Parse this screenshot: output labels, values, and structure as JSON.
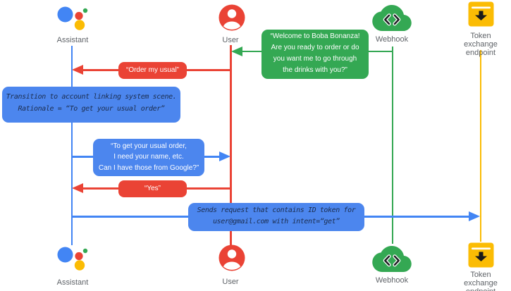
{
  "colors": {
    "blue": "#4285f4",
    "bubble_blue": "#4c86ee",
    "red": "#ea4335",
    "green": "#34a853",
    "yellow": "#fbbc04",
    "actor_label": "#5f6368",
    "note_text": "#1b2d4f",
    "bubble_text": "#ffffff"
  },
  "actors": {
    "assistant": {
      "label": "Assistant",
      "icon": "google-assistant-icon"
    },
    "user": {
      "label": "User",
      "icon": "user-avatar-icon"
    },
    "webhook": {
      "label": "Webhook",
      "icon": "cloud-code-icon"
    },
    "token_endpoint": {
      "label_line1": "Token exchange",
      "label_line2": "endpoint",
      "icon": "token-exchange-icon"
    }
  },
  "messages": {
    "welcome": {
      "from": "Webhook",
      "to": "User",
      "type": "speech",
      "lines": [
        "“Welcome to Boba Bonanza!",
        "Are you ready to order or do",
        "you want me to go through",
        "the drinks with you?”"
      ]
    },
    "order_usual": {
      "from": "User",
      "to": "Assistant",
      "type": "speech",
      "text": "“Order my usual”"
    },
    "transition_note": {
      "type": "system-note",
      "lines": [
        "Transition to account linking system scene.",
        "Rationale = “To get your usual order”"
      ]
    },
    "ask_google": {
      "from": "Assistant",
      "to": "User",
      "type": "speech",
      "lines": [
        "“To get your usual order,",
        "I need your name, etc.",
        "Can I have those from Google?”"
      ]
    },
    "yes": {
      "from": "User",
      "to": "Assistant",
      "type": "speech",
      "text": "“Yes”"
    },
    "send_request": {
      "from": "Assistant",
      "to": "Token exchange endpoint",
      "type": "system-note",
      "lines": [
        "Sends request that contains ID token for",
        "user@gmail.com with intent=“get”"
      ]
    }
  }
}
